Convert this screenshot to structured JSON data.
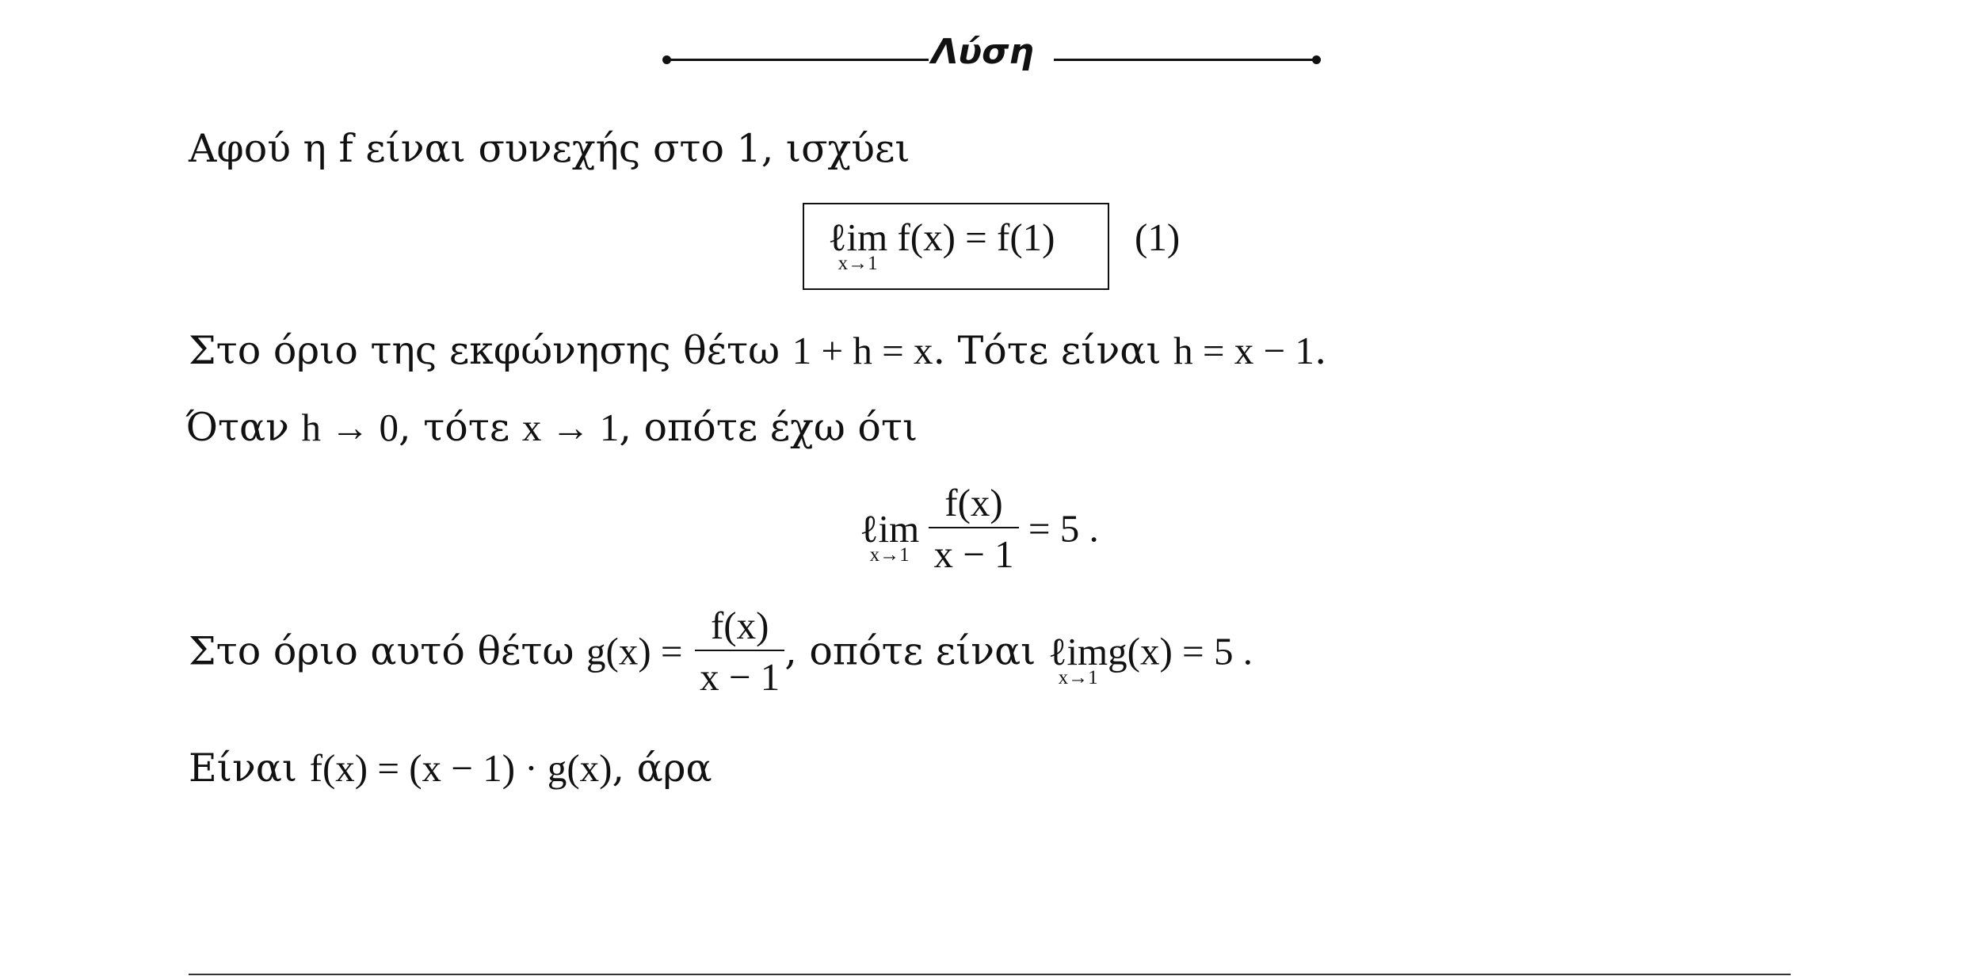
{
  "heading": {
    "title": "Λύση"
  },
  "lines": {
    "l1_text": "Αφού η f είναι συνεχής στο 1, ισχύει",
    "l2_lim_word": "ℓim",
    "l2_lim_sub": "x→1",
    "l2_expr": "f(x) = f(1)",
    "l2_tag": "(1)",
    "l3_text_a": "Στο όριο της εκφώνησης θέτω ",
    "l3_math_a": "1 + h = x",
    "l3_text_b": ". Τότε είναι ",
    "l3_math_b": "h = x − 1",
    "l3_text_c": ".",
    "l4_text_a": "Όταν ",
    "l4_math_a": "h → 0",
    "l4_text_b": ", τότε ",
    "l4_math_b": "x → 1",
    "l4_text_c": ", οπότε έχω ότι",
    "l5_lim_word": "ℓim",
    "l5_lim_sub": "x→1",
    "l5_num": "f(x)",
    "l5_den": "x − 1",
    "l5_rhs": "= 5 .",
    "l6_text_a": "Στο όριο αυτό θέτω ",
    "l6_math_a": "g(x) =",
    "l6_num": "f(x)",
    "l6_den": "x − 1",
    "l6_text_b": ", οπότε είναι ",
    "l6_lim_word": "ℓim",
    "l6_lim_sub": "x→1",
    "l6_math_b": "g(x) = 5 .",
    "l7_text_a": "Είναι ",
    "l7_math_a": "f(x) = (x − 1) · g(x)",
    "l7_text_b": ", άρα"
  }
}
